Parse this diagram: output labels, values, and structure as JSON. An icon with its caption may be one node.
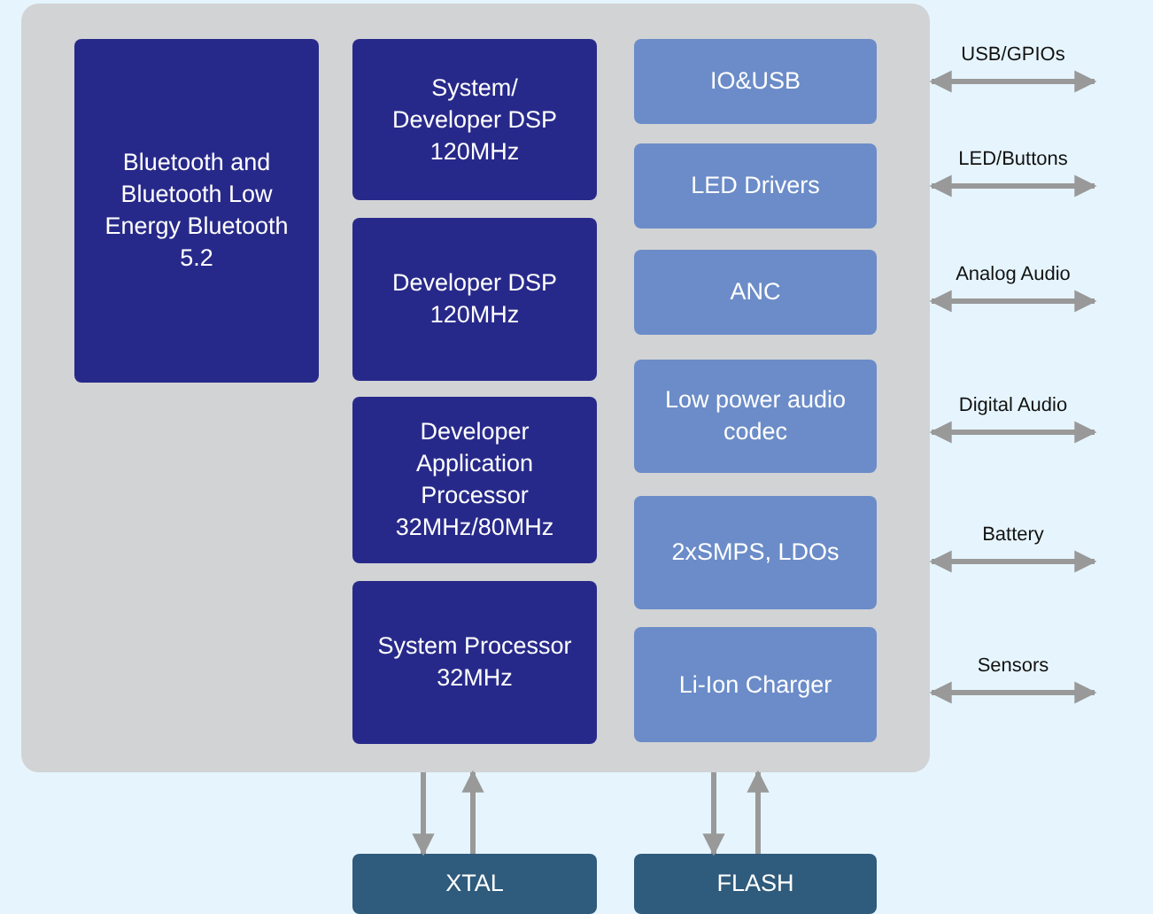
{
  "diagram": {
    "nodes": [
      {
        "text": [],
        "shape": "box"
      },
      {
        "text": [
          "Bluetooth and Bluetooth Low Energy Bluetooth 5.2"
        ],
        "in": 0
      },
      {
        "text": [
          "System/ Developer DSP 120MHz"
        ],
        "in": 0
      },
      {
        "text": [
          "Developer DSP 120MHz"
        ],
        "in": 0
      },
      {
        "text": [
          "Developer Application Processor 32MHz/80MHz"
        ],
        "in": 0
      },
      {
        "text": [
          "System Processor 32MHz"
        ],
        "in": 0
      },
      {
        "text": [
          "IO&USB"
        ],
        "in": 0
      },
      {
        "text": [
          "LED Drivers"
        ],
        "in": 0
      },
      {
        "text": [
          "ANC"
        ],
        "in": 0
      },
      {
        "text": [
          "Low power audio codec"
        ],
        "in": 0
      },
      {
        "text": [
          "2xSMPS, LDOs"
        ],
        "in": 0
      },
      {
        "text": [
          "Li-Ion Charger"
        ],
        "in": 0
      },
      {
        "text": [
          "XTAL"
        ]
      },
      {
        "text": [
          "FLASH"
        ]
      }
    ],
    "edges": [
      {
        "from": 0,
        "to": null,
        "arrow": "both",
        "label": "USB/GPIOs"
      },
      {
        "from": 0,
        "to": null,
        "arrow": "both",
        "label": "LED/Buttons"
      },
      {
        "from": 0,
        "to": null,
        "arrow": "both",
        "label": "Analog Audio"
      },
      {
        "from": 0,
        "to": null,
        "arrow": "both",
        "label": "Digital Audio"
      },
      {
        "from": 0,
        "to": null,
        "arrow": "both",
        "label": "Battery"
      },
      {
        "from": 0,
        "to": null,
        "arrow": "both",
        "label": "Sensors"
      },
      {
        "from": 0,
        "to": 12,
        "arrow": "to"
      },
      {
        "from": 12,
        "to": 0,
        "arrow": "to"
      },
      {
        "from": 0,
        "to": 13,
        "arrow": "to"
      },
      {
        "from": 13,
        "to": 0,
        "arrow": "to"
      }
    ]
  }
}
